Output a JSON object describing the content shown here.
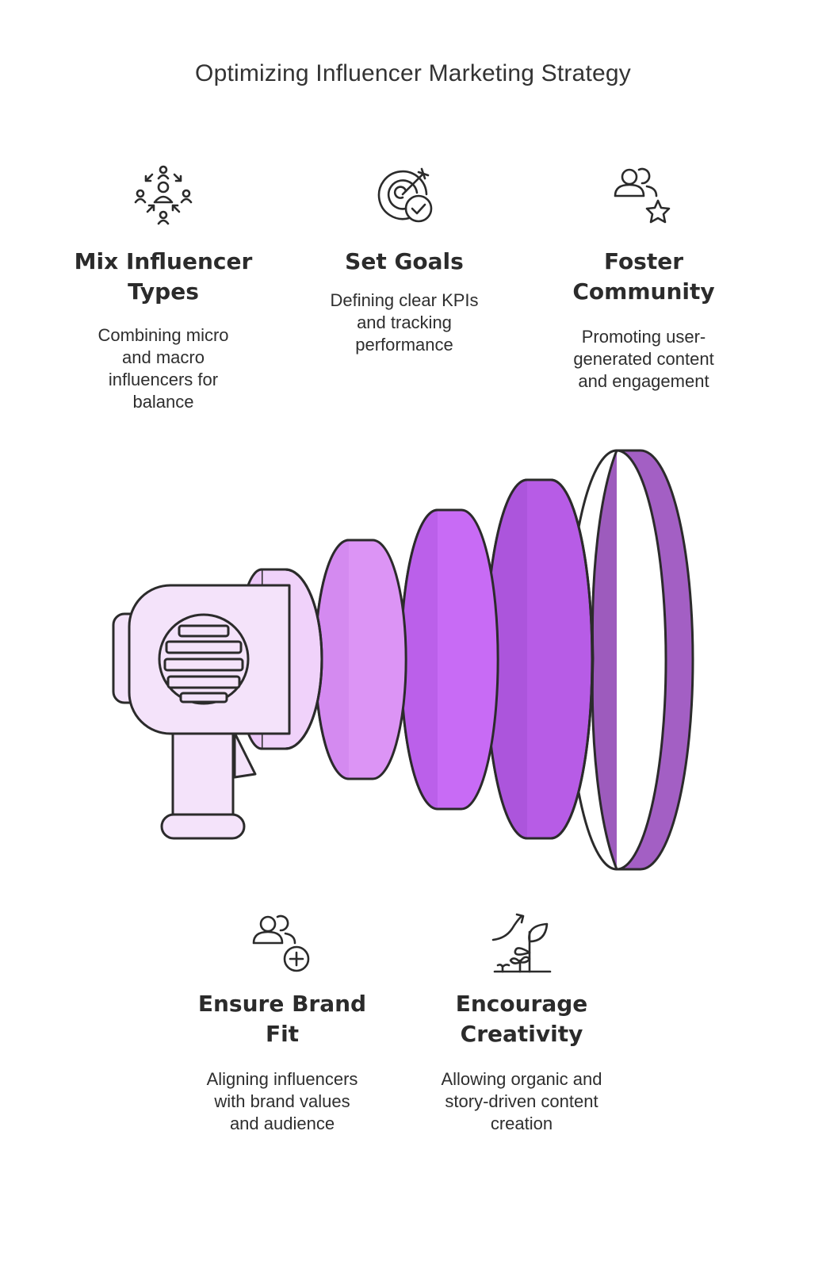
{
  "title": "Optimizing Influencer Marketing Strategy",
  "colors": {
    "stroke": "#2b2b2b",
    "device_body": "#f4e3fa",
    "ring_1": "#f0d2fa",
    "ring_2": "#dc94f5",
    "ring_3": "#c86bf5",
    "ring_4": "#b75ce6",
    "ring_5": "#a35fc4"
  },
  "cards": [
    {
      "id": "mix",
      "icon": "network-people-icon",
      "heading_line1": "Mix Influencer",
      "heading_line2": "Types",
      "desc_line1": "Combining micro",
      "desc_line2": "and macro",
      "desc_line3": "influencers for",
      "desc_line4": "balance"
    },
    {
      "id": "goals",
      "icon": "target-check-icon",
      "heading_line1": "Set Goals",
      "desc_line1": "Defining clear KPIs",
      "desc_line2": "and tracking",
      "desc_line3": "performance"
    },
    {
      "id": "community",
      "icon": "users-star-icon",
      "heading_line1": "Foster",
      "heading_line2": "Community",
      "desc_line1": "Promoting user-",
      "desc_line2": "generated content",
      "desc_line3": "and engagement"
    },
    {
      "id": "brand",
      "icon": "users-add-icon",
      "heading_line1": "Ensure Brand",
      "heading_line2": "Fit",
      "desc_line1": "Aligning influencers",
      "desc_line2": "with brand values",
      "desc_line3": "and audience"
    },
    {
      "id": "creativity",
      "icon": "growth-plant-icon",
      "heading_line1": "Encourage",
      "heading_line2": "Creativity",
      "desc_line1": "Allowing organic and",
      "desc_line2": "story-driven content",
      "desc_line3": "creation"
    }
  ]
}
